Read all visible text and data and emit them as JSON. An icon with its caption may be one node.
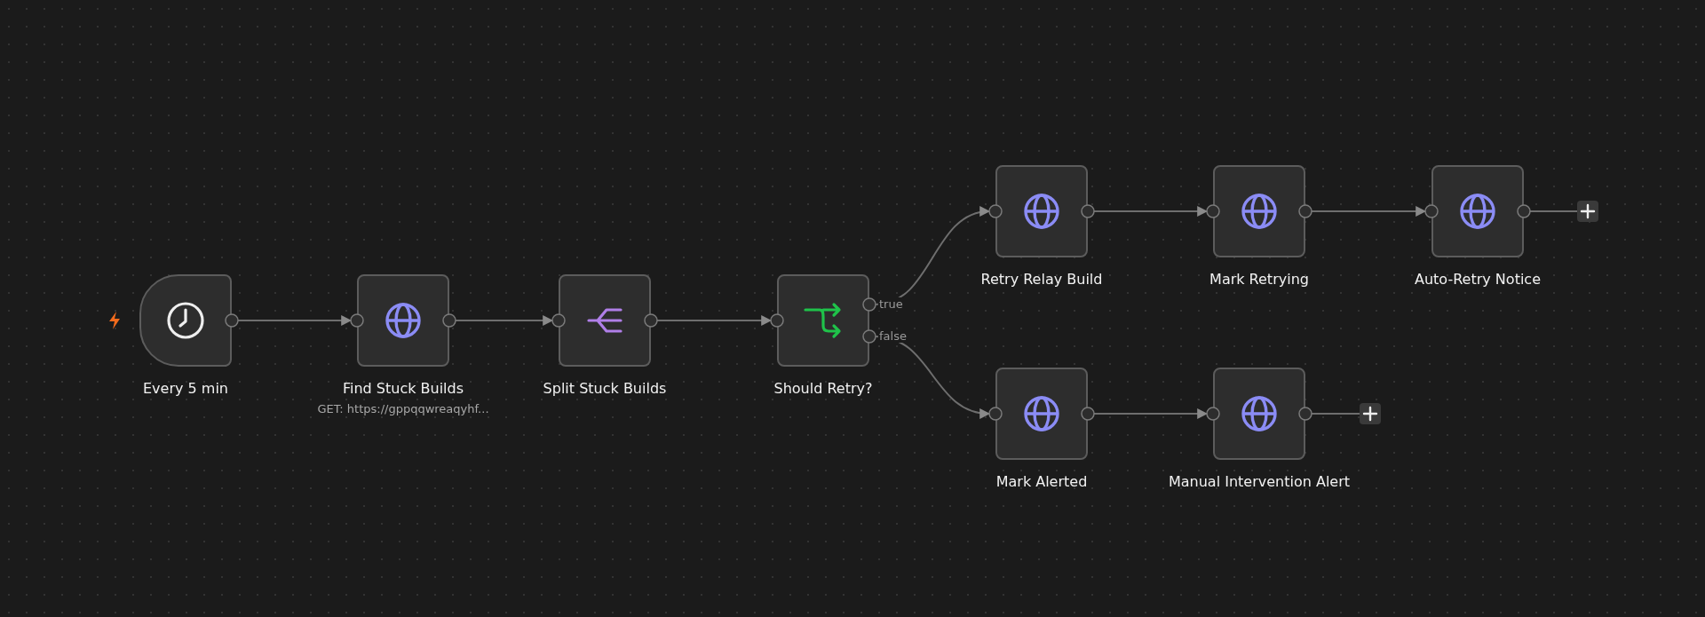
{
  "diagram": {
    "nodes": [
      {
        "text": [
          "Every 5 min"
        ]
      },
      {
        "text": [
          "Find Stuck Builds"
        ],
        "beside": [
          "GET: https://gppqqwreaqyhf..."
        ]
      },
      {
        "text": [
          "Split Stuck Builds"
        ]
      },
      {
        "text": [
          "Should Retry?"
        ]
      },
      {
        "text": [
          "Retry Relay Build"
        ]
      },
      {
        "text": [
          "Mark Retrying"
        ]
      },
      {
        "text": [
          "Auto-Retry Notice"
        ]
      },
      {
        "text": [],
        "shape": "box"
      },
      {
        "text": [
          "Mark Alerted"
        ]
      },
      {
        "text": [
          "Manual Intervention Alert"
        ]
      },
      {
        "text": [],
        "shape": "box"
      }
    ],
    "edges": [
      {
        "from": 0,
        "to": 1,
        "arrow": "to"
      },
      {
        "from": 1,
        "to": 2,
        "arrow": "to"
      },
      {
        "from": 2,
        "to": 3,
        "arrow": "to"
      },
      {
        "from": 3,
        "to": 4,
        "arrow": "to",
        "label": "true"
      },
      {
        "from": 3,
        "to": 8,
        "arrow": "to",
        "label": "false"
      },
      {
        "from": 4,
        "to": 5,
        "arrow": "to"
      },
      {
        "from": 5,
        "to": 6,
        "arrow": "to"
      },
      {
        "from": 6,
        "to": 7,
        "arrow": "none"
      },
      {
        "from": 8,
        "to": 9,
        "arrow": "to"
      },
      {
        "from": 9,
        "to": 10,
        "arrow": "none"
      }
    ]
  }
}
